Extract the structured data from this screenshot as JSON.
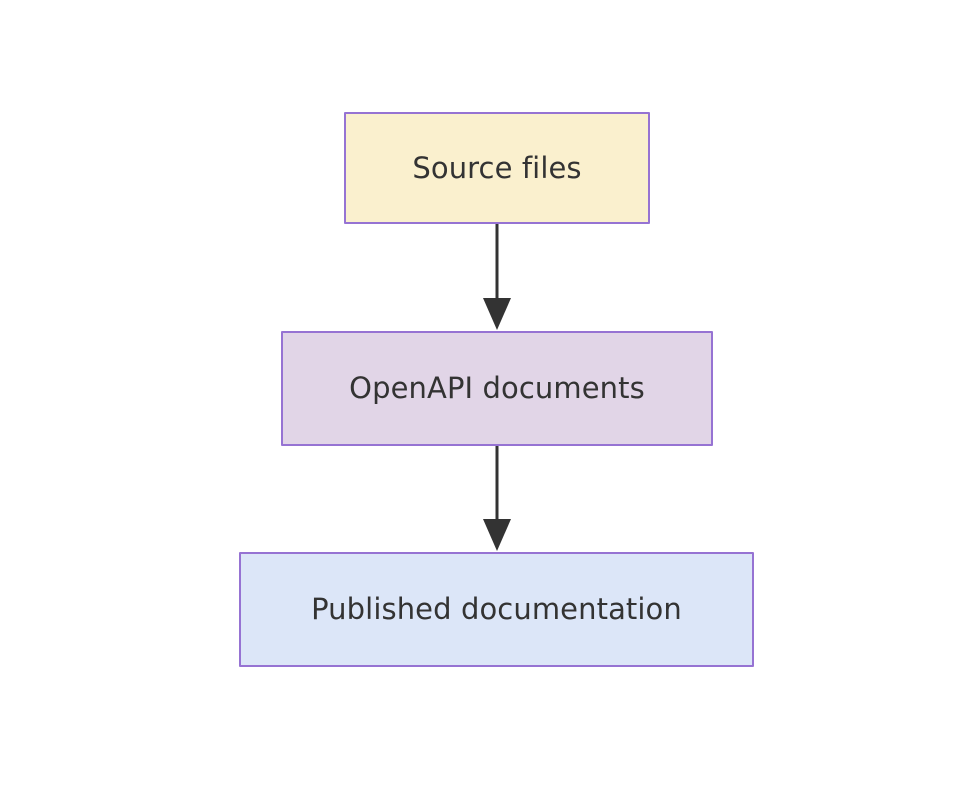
{
  "diagram": {
    "type": "flowchart",
    "direction": "top-to-bottom",
    "background_color": "#ffffff",
    "title": "",
    "nodes": [
      {
        "id": "source-files",
        "label": "Source files",
        "fill_color": "#faf0ce",
        "border_color": "#9673d3",
        "text_color": "#333333"
      },
      {
        "id": "openapi-documents",
        "label": "OpenAPI documents",
        "fill_color": "#e1d5e7",
        "border_color": "#9673d3",
        "text_color": "#333333"
      },
      {
        "id": "published-documentation",
        "label": "Published documentation",
        "fill_color": "#dce6f8",
        "border_color": "#9673d3",
        "text_color": "#333333"
      }
    ],
    "edges": [
      {
        "id": "edge-source-to-openapi",
        "from": "source-files",
        "to": "openapi-documents",
        "label": "",
        "color": "#333333",
        "arrowhead": "filled-triangle"
      },
      {
        "id": "edge-openapi-to-published",
        "from": "openapi-documents",
        "to": "published-documentation",
        "label": "",
        "color": "#333333",
        "arrowhead": "filled-triangle"
      }
    ]
  }
}
